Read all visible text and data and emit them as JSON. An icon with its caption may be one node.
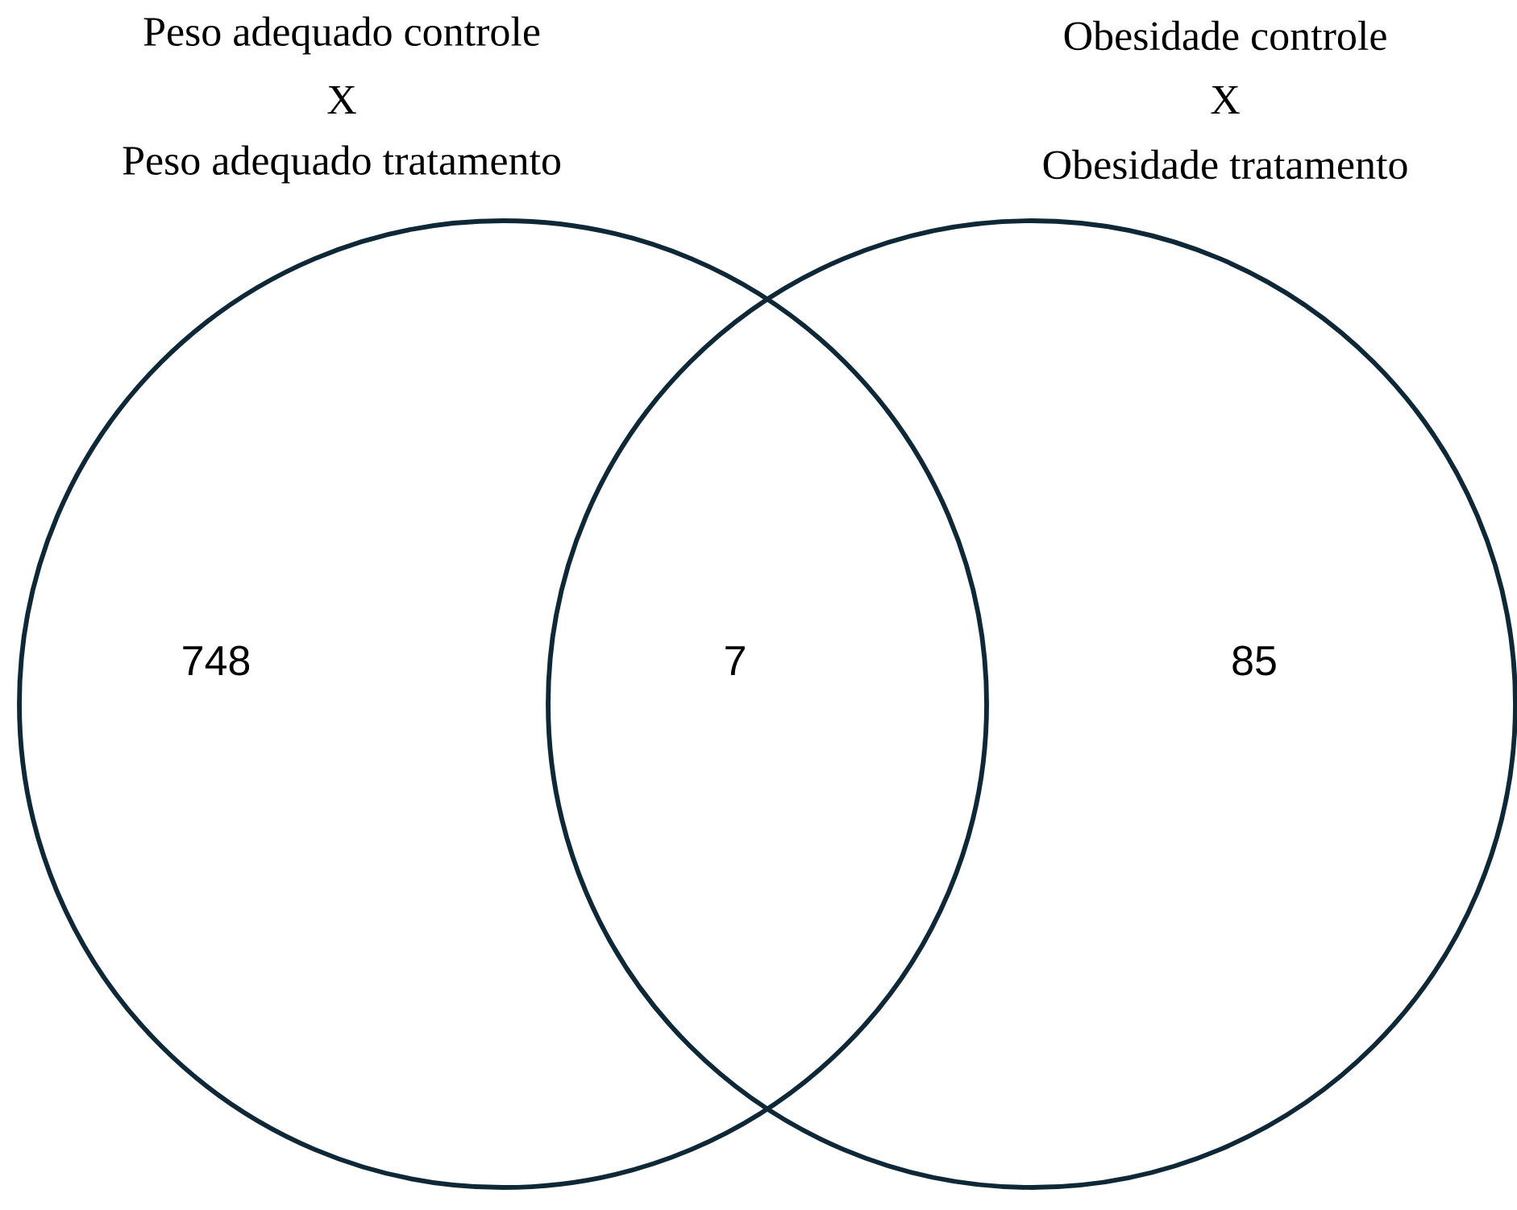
{
  "diagram": {
    "nodes": [
      {
        "text": [
          "Peso adequado controle",
          "X",
          "Peso adequado tratamento",
          "748"
        ]
      },
      {
        "text": [
          "Obesidade controle",
          "X",
          "Obesidade tratamento",
          "85"
        ]
      }
    ],
    "labels": [
      "7"
    ]
  }
}
